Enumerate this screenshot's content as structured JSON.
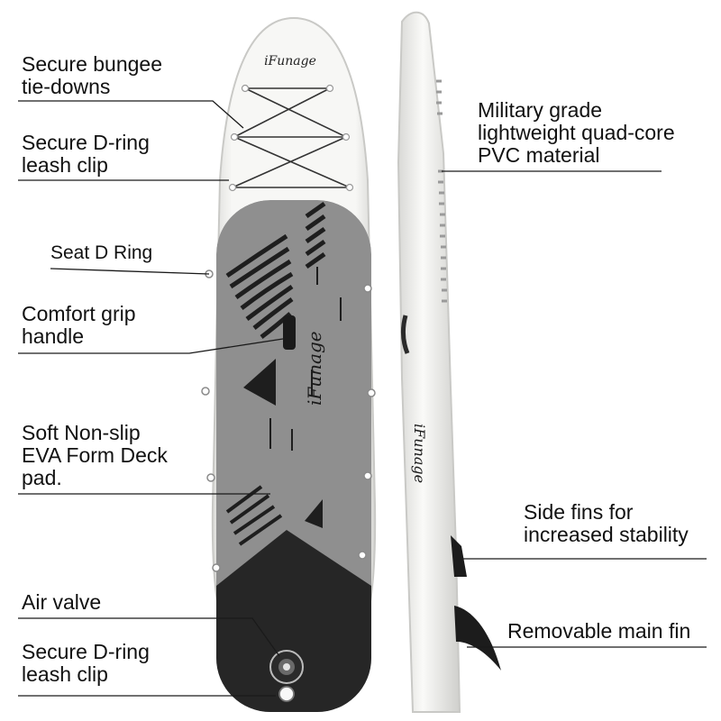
{
  "brand": "iFunage",
  "colors": {
    "board_fill": "#f4f4f2",
    "board_edge": "#c9c9c6",
    "deck_pad": "#8f8f8f",
    "deck_dark": "#2a2a2a",
    "leader_line": "#1a1a1a",
    "text": "#111111"
  },
  "left_labels": [
    {
      "id": "bungee",
      "lines": [
        "Secure bungee",
        "tie-downs"
      ]
    },
    {
      "id": "dring-top",
      "lines": [
        "Secure D-ring",
        "leash clip"
      ]
    },
    {
      "id": "seat-ring",
      "lines": [
        "Seat D Ring"
      ]
    },
    {
      "id": "handle",
      "lines": [
        "Comfort grip",
        "handle"
      ]
    },
    {
      "id": "deck-pad",
      "lines": [
        "Soft Non-slip",
        "EVA Form Deck",
        "pad."
      ]
    },
    {
      "id": "air-valve",
      "lines": [
        "Air valve"
      ]
    },
    {
      "id": "dring-bottom",
      "lines": [
        "Secure D-ring",
        "leash clip"
      ]
    }
  ],
  "right_labels": [
    {
      "id": "material",
      "lines": [
        "Military grade",
        "lightweight quad-core",
        "PVC material"
      ]
    },
    {
      "id": "side-fins",
      "lines": [
        "Side fins for",
        "increased stability"
      ]
    },
    {
      "id": "main-fin",
      "lines": [
        "Removable main fin"
      ]
    }
  ]
}
